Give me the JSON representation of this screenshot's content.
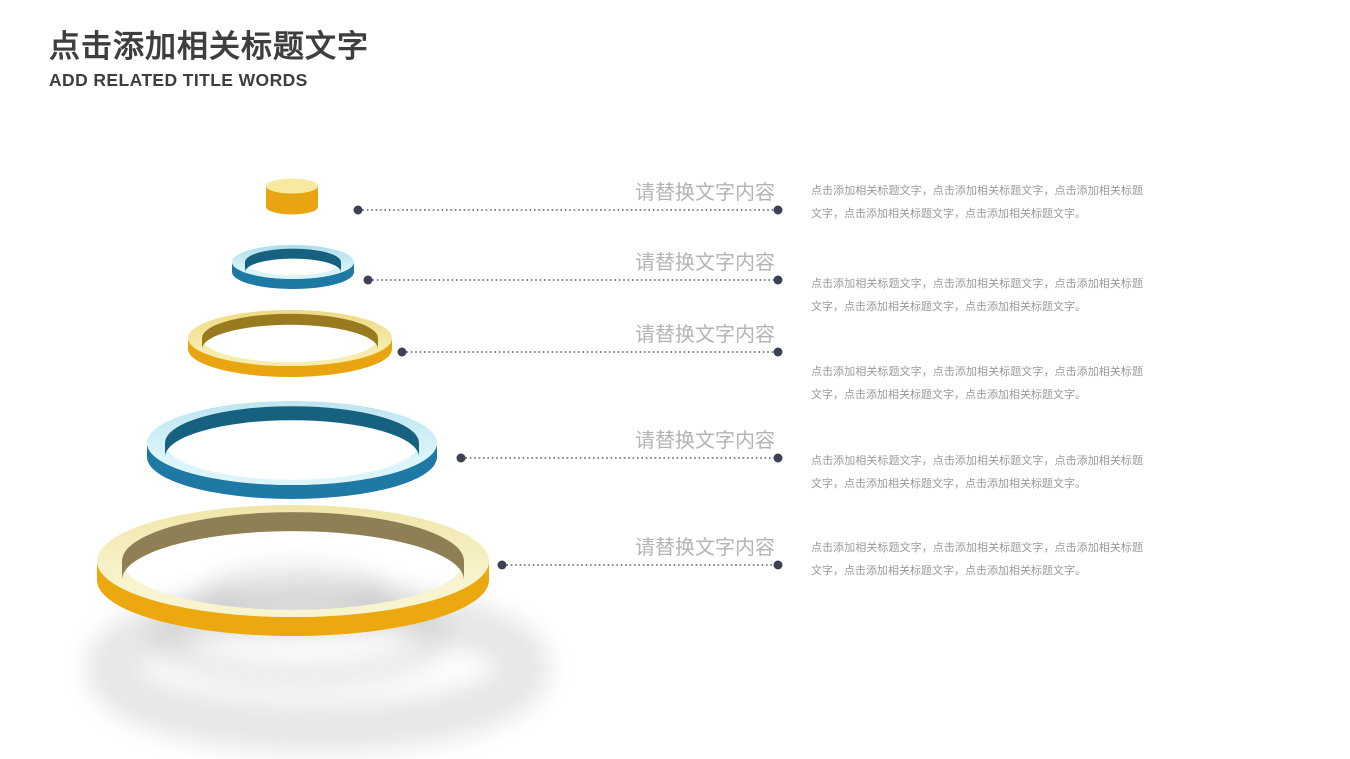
{
  "slide": {
    "title": "点击添加相关标题文字",
    "subtitle": "ADD RELATED TITLE WORDS"
  },
  "rows": [
    {
      "heading": "请替换文字内容",
      "body": "点击添加相关标题文字，点击添加相关标题文字，点击添加相关标题文字，点击添加相关标题文字，点击添加相关标题文字。"
    },
    {
      "heading": "请替换文字内容",
      "body": "点击添加相关标题文字，点击添加相关标题文字，点击添加相关标题文字，点击添加相关标题文字，点击添加相关标题文字。"
    },
    {
      "heading": "请替换文字内容",
      "body": "点击添加相关标题文字，点击添加相关标题文字，点击添加相关标题文字，点击添加相关标题文字，点击添加相关标题文字。"
    },
    {
      "heading": "请替换文字内容",
      "body": "点击添加相关标题文字，点击添加相关标题文字，点击添加相关标题文字，点击添加相关标题文字，点击添加相关标题文字。"
    },
    {
      "heading": "请替换文字内容",
      "body": "点击添加相关标题文字，点击添加相关标题文字，点击添加相关标题文字，点击添加相关标题文字，点击添加相关标题文字。"
    }
  ],
  "diagram": {
    "type": "stacked-3d-rings-pyramid",
    "levels": 5,
    "level_colors": [
      "gold",
      "blue",
      "gold",
      "blue",
      "gold"
    ],
    "level_order": "smallest-on-top"
  },
  "colors": {
    "gold_side": "#E9A50F",
    "gold_top": "#F3E69E",
    "blue_side": "#1E79A5",
    "blue_top": "#CFEFF6",
    "connector_line": "#5A5F72",
    "connector_dot": "#3C4154",
    "heading_text": "#B4B4B4",
    "body_text": "#9A9A9A",
    "title_text": "#3E3E3E"
  }
}
